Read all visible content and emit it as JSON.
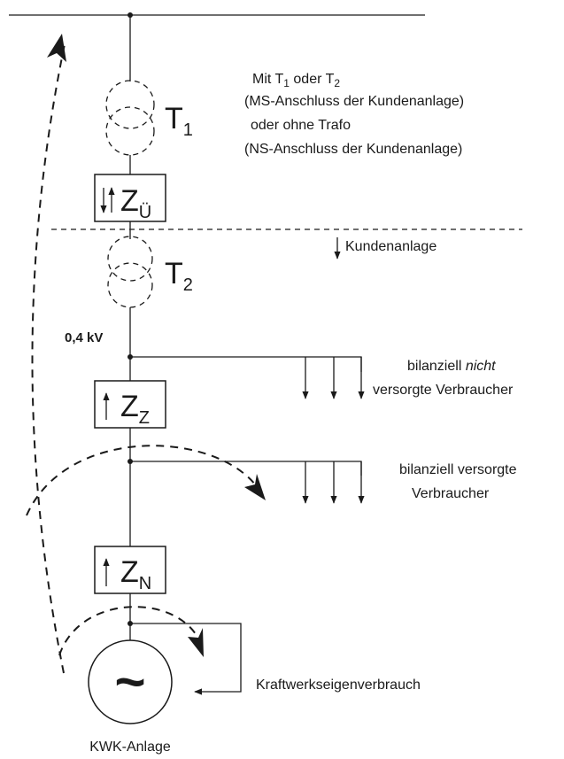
{
  "transformers": {
    "t1": {
      "symbol": "T",
      "index": "1"
    },
    "t2": {
      "symbol": "T",
      "index": "2"
    }
  },
  "meters": {
    "uebergabe": {
      "symbol": "Z",
      "index": "Ü"
    },
    "zusatz": {
      "symbol": "Z",
      "index": "Z"
    },
    "netto": {
      "symbol": "Z",
      "index": "N"
    }
  },
  "notes": {
    "line1_prefix": "Mit T",
    "line1_sub1": "1",
    "line1_middle": " oder T",
    "line1_sub2": "2",
    "line2": "(MS-Anschluss der Kundenanlage)",
    "line3": "oder ohne Trafo",
    "line4": "(NS-Anschluss der Kundenanlage)"
  },
  "labels": {
    "kundenanlage": "Kundenanlage",
    "voltage": "0,4 kV",
    "not_supplied_line1_prefix": "bilanziell ",
    "not_supplied_line1_emph": "nicht",
    "not_supplied_line2": "versorgte Verbraucher",
    "supplied_line1": "bilanziell versorgte",
    "supplied_line2": "Verbraucher",
    "eigenverbrauch": "Kraftwerkseigenverbrauch",
    "kwk": "KWK-Anlage",
    "generator_symbol": "~"
  }
}
